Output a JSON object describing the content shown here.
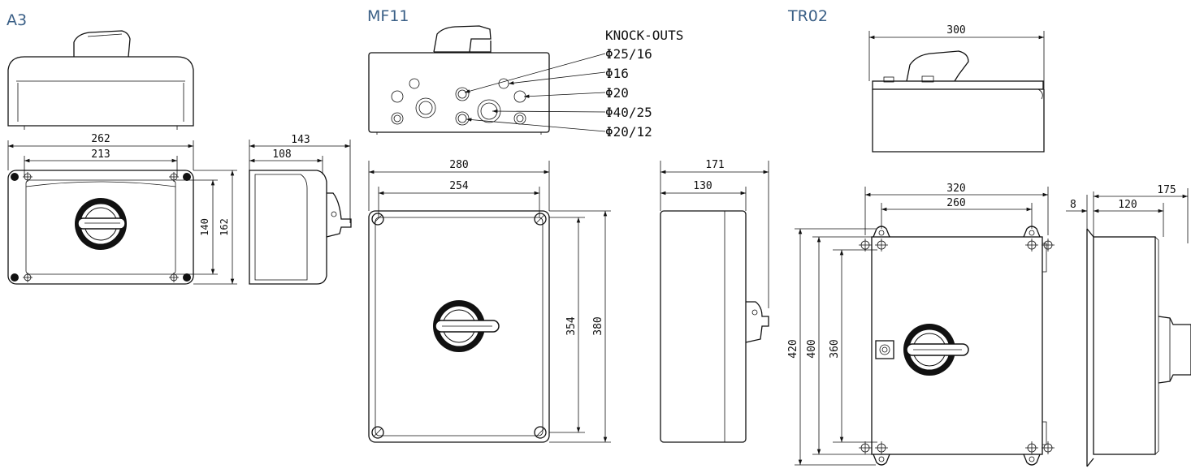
{
  "products": [
    {
      "title": "A3",
      "dimensions": {
        "width_outer": "262",
        "width_inner": "213",
        "height_inner": "140",
        "height_outer": "162",
        "depth_outer": "143",
        "depth_inner": "108"
      }
    },
    {
      "title": "MF11",
      "dimensions": {
        "width_outer": "280",
        "width_inner": "254",
        "height_inner": "354",
        "height_outer": "380",
        "depth_outer": "171",
        "depth_inner": "130"
      },
      "knockouts": {
        "heading": "KNOCK-OUTS",
        "items": [
          "Φ25/16",
          "Φ16",
          "Φ20",
          "Φ40/25",
          "Φ20/12"
        ]
      }
    },
    {
      "title": "TR02",
      "dimensions": {
        "top_width": "300",
        "width_outer": "320",
        "width_inner": "260",
        "height_outer": "420",
        "height_mid": "400",
        "height_inner": "360",
        "bracket": "8",
        "depth_outer": "175",
        "depth_inner": "120"
      }
    }
  ]
}
